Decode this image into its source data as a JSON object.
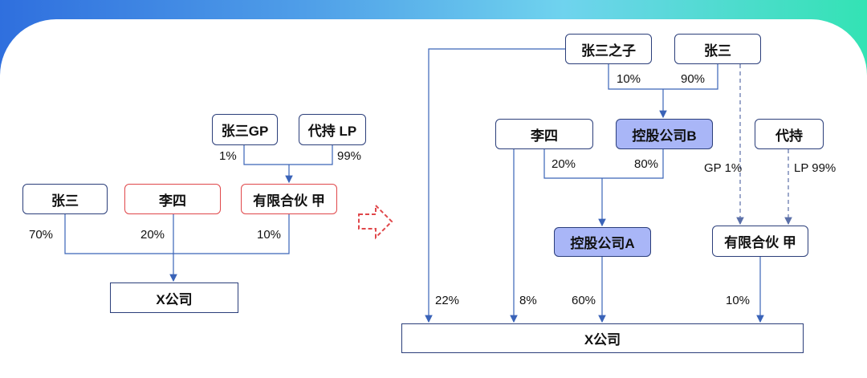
{
  "left": {
    "boxes": {
      "zhangsan_gp": "张三GP",
      "daichi_lp": "代持 LP",
      "zhangsan": "张三",
      "lisi": "李四",
      "partnership": "有限合伙 甲",
      "x_company": "X公司"
    },
    "labels": {
      "gp_pct": "1%",
      "lp_pct": "99%",
      "zhangsan_pct": "70%",
      "lisi_pct": "20%",
      "partnership_pct": "10%"
    }
  },
  "right": {
    "boxes": {
      "son": "张三之子",
      "zhangsan": "张三",
      "lisi": "李四",
      "holding_b": "控股公司B",
      "daichi": "代持",
      "holding_a": "控股公司A",
      "partnership": "有限合伙 甲",
      "x_company": "X公司"
    },
    "labels": {
      "son_pct": "10%",
      "zhangsan_pct": "90%",
      "lisi_to_a_pct": "20%",
      "b_to_a_pct": "80%",
      "gp_pct": "GP 1%",
      "lp_pct": "LP 99%",
      "son_to_x_pct": "22%",
      "lisi_to_x_pct": "8%",
      "a_to_x_pct": "60%",
      "partnership_to_x_pct": "10%"
    }
  },
  "colors": {
    "box_border": "#2b3e7a",
    "highlight_border": "#e0474a",
    "highlight_fill": "#a9b6f7",
    "arrow": "#3a63b8"
  }
}
